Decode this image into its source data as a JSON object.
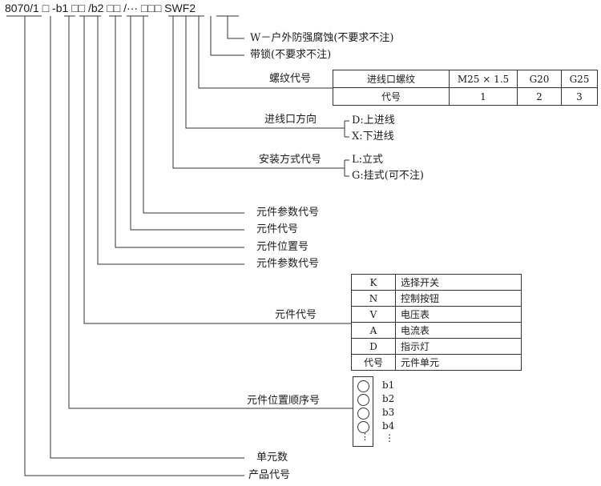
{
  "code": "8070/1 □ -b1 □□ /b2 □□ /··· □□□ SWF2",
  "labels": {
    "w": "W－户外防强腐蚀(不要求不注)",
    "lock": "带锁(不要求不注)",
    "thread": "螺纹代号",
    "inlet_dir": "进线口方向",
    "inlet_d": "D:上进线",
    "inlet_x": "X:下进线",
    "mount": "安装方式代号",
    "mount_l": "L:立式",
    "mount_g": "G:挂式(可不注)",
    "param2": "元件参数代号",
    "comp2": "元件代号",
    "pos2": "元件位置号",
    "param1": "元件参数代号",
    "comp1": "元件代号",
    "pos_seq": "元件位置顺序号",
    "units": "单元数",
    "product": "产品代号"
  },
  "thread_table": {
    "rows": [
      [
        "进线口螺纹",
        "M25 × 1.5",
        "G20",
        "G25"
      ],
      [
        "代号",
        "1",
        "2",
        "3"
      ]
    ]
  },
  "component_table": {
    "rows": [
      [
        "K",
        "选择开关"
      ],
      [
        "N",
        "控制按钮"
      ],
      [
        "V",
        "电压表"
      ],
      [
        "A",
        "电流表"
      ],
      [
        "D",
        "指示灯"
      ],
      [
        "代号",
        "元件单元"
      ]
    ]
  },
  "positions": [
    "b1",
    "b2",
    "b3",
    "b4",
    "⋮"
  ]
}
